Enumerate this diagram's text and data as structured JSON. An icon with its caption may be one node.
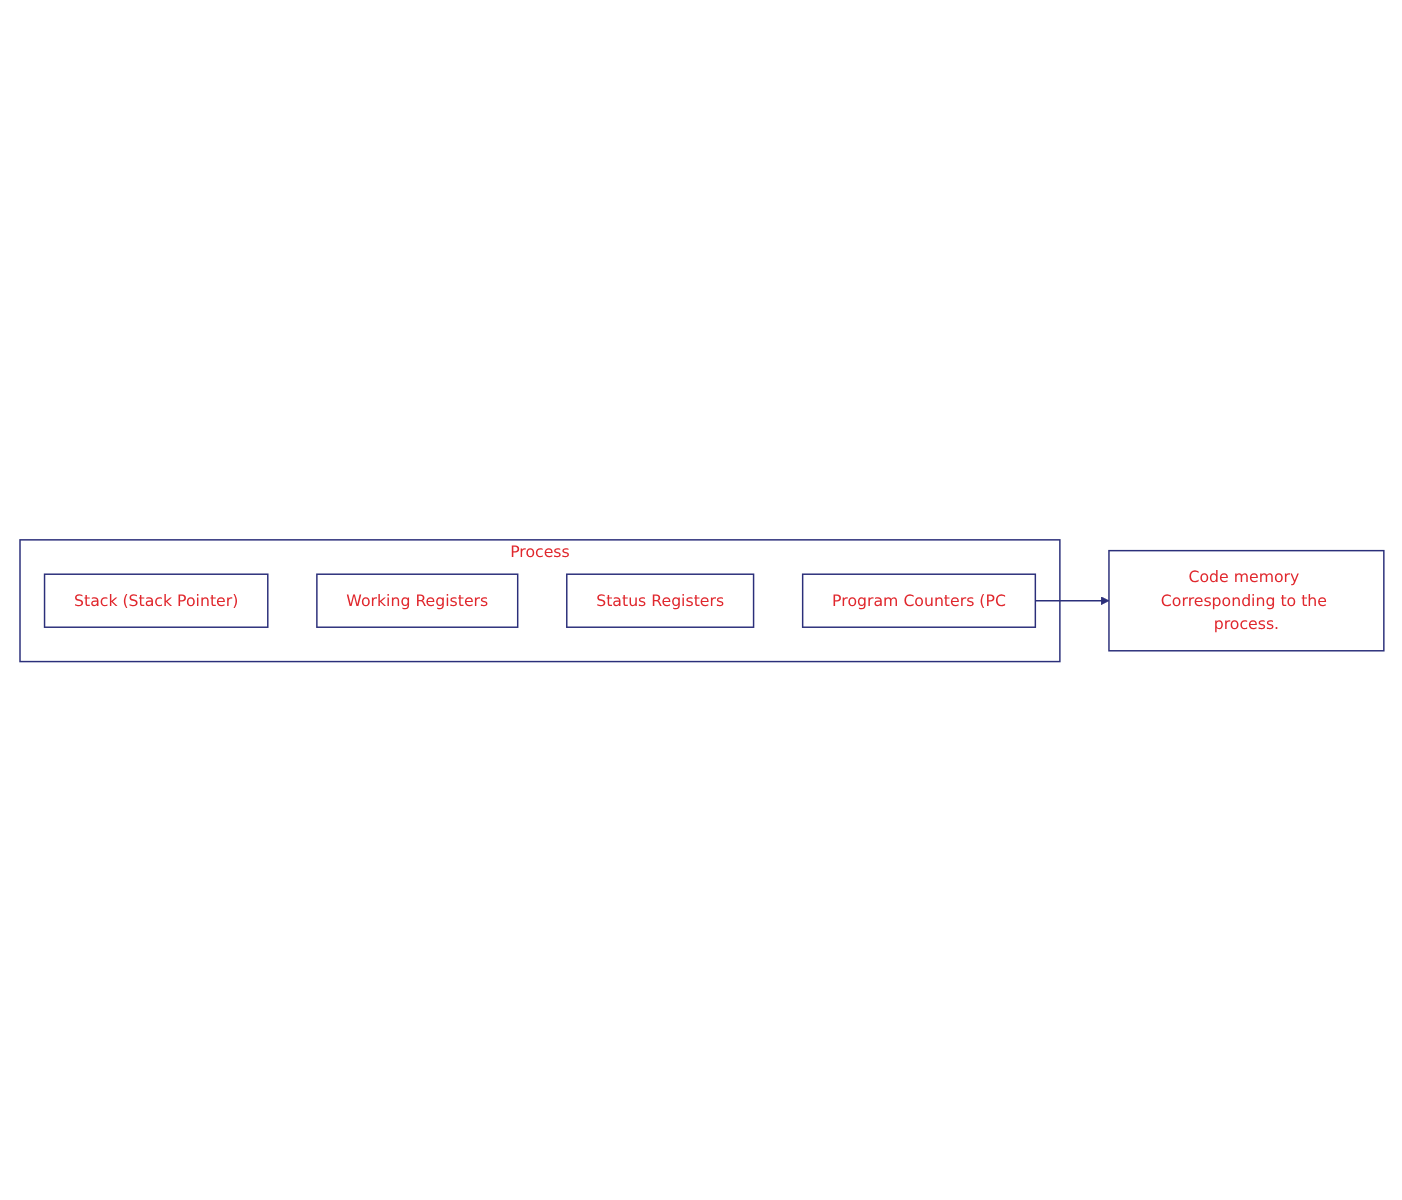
{
  "diagram": {
    "nodes": [
      {
        "text": [
          "Process"
        ]
      },
      {
        "text": [
          "Stack (Stack Pointer)"
        ],
        "in": 0
      },
      {
        "text": [
          "Working Registers"
        ],
        "in": 0
      },
      {
        "text": [
          "Status Registers"
        ],
        "in": 0
      },
      {
        "text": [
          "Program Counters (PC"
        ],
        "in": 0
      },
      {
        "text": [
          "Code memory Corresponding to the process."
        ]
      }
    ],
    "edges": [
      {
        "from": 4,
        "to": 5,
        "arrow": "to"
      }
    ]
  }
}
